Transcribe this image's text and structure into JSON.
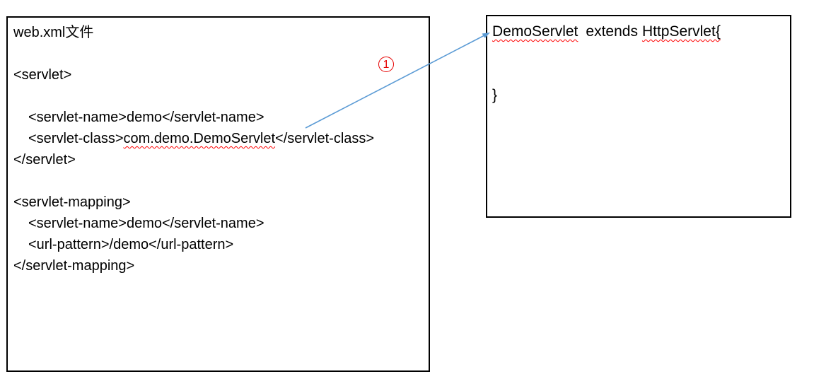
{
  "colors": {
    "arrow": "#5b9bd5",
    "squiggle_red": "#ff0000",
    "annotation_red": "#e60000",
    "box_border": "#000000",
    "text": "#000000"
  },
  "left_box": {
    "title": "web.xml文件",
    "servlet_open": "<servlet>",
    "servlet_name_line": "<servlet-name>demo</servlet-name>",
    "servlet_class_prefix": "<servlet-class>",
    "servlet_class_value": "com.demo.DemoServlet",
    "servlet_class_suffix": "</servlet-class>",
    "servlet_close": "</servlet>",
    "mapping_open": "<servlet-mapping>",
    "mapping_servlet_name_line": "<servlet-name>demo</servlet-name>",
    "mapping_url_pattern_line": "<url-pattern>/demo</url-pattern>",
    "mapping_close": "</servlet-mapping>"
  },
  "right_box": {
    "class_name": "DemoServlet",
    "extends_keyword": "extends",
    "superclass": "HttpServlet{",
    "closing_brace": "}"
  },
  "annotation": {
    "step_label": "1"
  }
}
